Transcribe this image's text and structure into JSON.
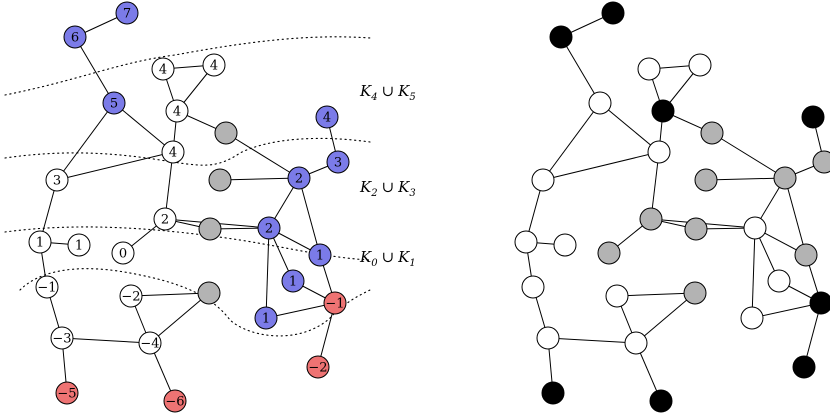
{
  "colors": {
    "white": "#ffffff",
    "blue": "#7b7be8",
    "gray": "#b3b3b3",
    "red": "#ee7373",
    "black": "#000000"
  },
  "zone_labels": [
    {
      "main1": "K",
      "sub1": "4",
      "op": "∪",
      "main2": "K",
      "sub2": "5"
    },
    {
      "main1": "K",
      "sub1": "2",
      "op": "∪",
      "main2": "K",
      "sub2": "3"
    },
    {
      "main1": "K",
      "sub1": "0",
      "op": "∪",
      "main2": "K",
      "sub2": "1"
    }
  ],
  "left_graph": {
    "nodes": [
      {
        "id": "n7",
        "label": "7",
        "color": "blue"
      },
      {
        "id": "n6",
        "label": "6",
        "color": "blue"
      },
      {
        "id": "n5",
        "label": "5",
        "color": "blue"
      },
      {
        "id": "t4a",
        "label": "4",
        "color": "white"
      },
      {
        "id": "t4b",
        "label": "4",
        "color": "white"
      },
      {
        "id": "t4c",
        "label": "4",
        "color": "white"
      },
      {
        "id": "g1",
        "label": "",
        "color": "gray"
      },
      {
        "id": "n4c",
        "label": "4",
        "color": "white"
      },
      {
        "id": "b4",
        "label": "4",
        "color": "blue"
      },
      {
        "id": "b3",
        "label": "3",
        "color": "blue"
      },
      {
        "id": "n3",
        "label": "3",
        "color": "white"
      },
      {
        "id": "g2",
        "label": "",
        "color": "gray"
      },
      {
        "id": "b2a",
        "label": "2",
        "color": "blue"
      },
      {
        "id": "n2",
        "label": "2",
        "color": "white"
      },
      {
        "id": "g3",
        "label": "",
        "color": "gray"
      },
      {
        "id": "b2b",
        "label": "2",
        "color": "blue"
      },
      {
        "id": "n1a",
        "label": "1",
        "color": "white"
      },
      {
        "id": "n1b",
        "label": "1",
        "color": "white"
      },
      {
        "id": "n0",
        "label": "0",
        "color": "white"
      },
      {
        "id": "b1a",
        "label": "1",
        "color": "blue"
      },
      {
        "id": "b1b",
        "label": "1",
        "color": "blue"
      },
      {
        "id": "b1c",
        "label": "1",
        "color": "blue"
      },
      {
        "id": "nm1",
        "label": "−1",
        "color": "white"
      },
      {
        "id": "nm2",
        "label": "−2",
        "color": "white"
      },
      {
        "id": "g4",
        "label": "",
        "color": "gray"
      },
      {
        "id": "rm1",
        "label": "−1",
        "color": "red"
      },
      {
        "id": "nm3",
        "label": "−3",
        "color": "white"
      },
      {
        "id": "nm4",
        "label": "−4",
        "color": "white"
      },
      {
        "id": "rm2",
        "label": "−2",
        "color": "red"
      },
      {
        "id": "rm5",
        "label": "−5",
        "color": "red"
      },
      {
        "id": "rm6",
        "label": "−6",
        "color": "red"
      }
    ]
  },
  "right_graph": {
    "node_colors": [
      "black",
      "black",
      "white",
      "white",
      "white",
      "black",
      "gray",
      "white",
      "black",
      "gray",
      "white",
      "gray",
      "gray",
      "gray",
      "gray",
      "white",
      "white",
      "white",
      "gray",
      "gray",
      "white",
      "white",
      "white",
      "white",
      "gray",
      "black",
      "white",
      "white",
      "black",
      "black",
      "black"
    ]
  }
}
